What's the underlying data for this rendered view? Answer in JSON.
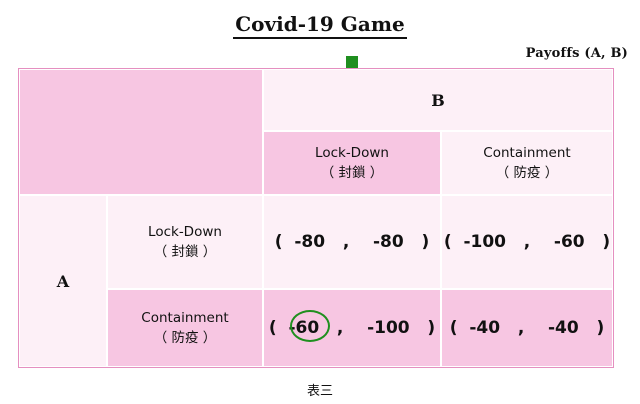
{
  "title": "Covid-19 Game",
  "payoffs_label": "Payoffs  (A, B)",
  "players": {
    "row": "A",
    "column": "B"
  },
  "col_strategies": [
    {
      "label": "Lock-Down",
      "sub": "（ 封鎖 ）"
    },
    {
      "label": "Containment",
      "sub": "（ 防疫 ）"
    }
  ],
  "row_strategies": [
    {
      "label": "Lock-Down",
      "sub": "（ 封鎖 ）"
    },
    {
      "label": "Containment",
      "sub": "（ 防疫 ）"
    }
  ],
  "payoffs": [
    [
      "(  -80   ,    -80   )",
      "(  -100   ,    -60   )"
    ],
    [
      "(  -60   ,    -100   )",
      "(  -40   ,    -40   )"
    ]
  ],
  "caption": "表三",
  "colors": {
    "accent": "#1f8f1f",
    "cell_dark": "#f7c6e2",
    "cell_mid": "#fbe3f1",
    "cell_light": "#fdf0f7"
  }
}
